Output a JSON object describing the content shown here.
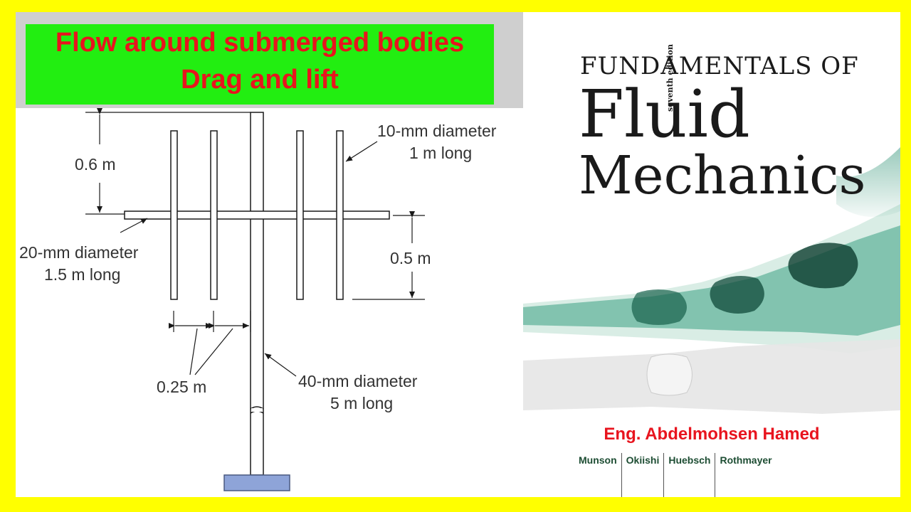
{
  "title": {
    "line1": "Flow around submerged bodies",
    "line2": "Drag and lift"
  },
  "diagram": {
    "labels": {
      "vertical_height": "0.6 m",
      "small_rod_line1": "10-mm diameter",
      "small_rod_line2": "1 m long",
      "crossbar_line1": "20-mm diameter",
      "crossbar_line2": "1.5 m long",
      "lower_length": "0.5 m",
      "spacing": "0.25 m",
      "mast_line1": "40-mm diameter",
      "mast_line2": "5 m long"
    },
    "colors": {
      "line": "#1a1a1a",
      "base": "#8ea4d8"
    }
  },
  "book": {
    "heading": "FUNDAMENTALS OF",
    "title_word1": "Fluid",
    "title_word2": "Mechanics",
    "edition": "seventh edition",
    "presenter": "Eng. Abdelmohsen Hamed",
    "authors": [
      "Munson",
      "Okiishi",
      "Huebsch",
      "Rothmayer"
    ],
    "colors": {
      "smoke": "#1f8a6a",
      "presenter": "#e8141e"
    }
  }
}
